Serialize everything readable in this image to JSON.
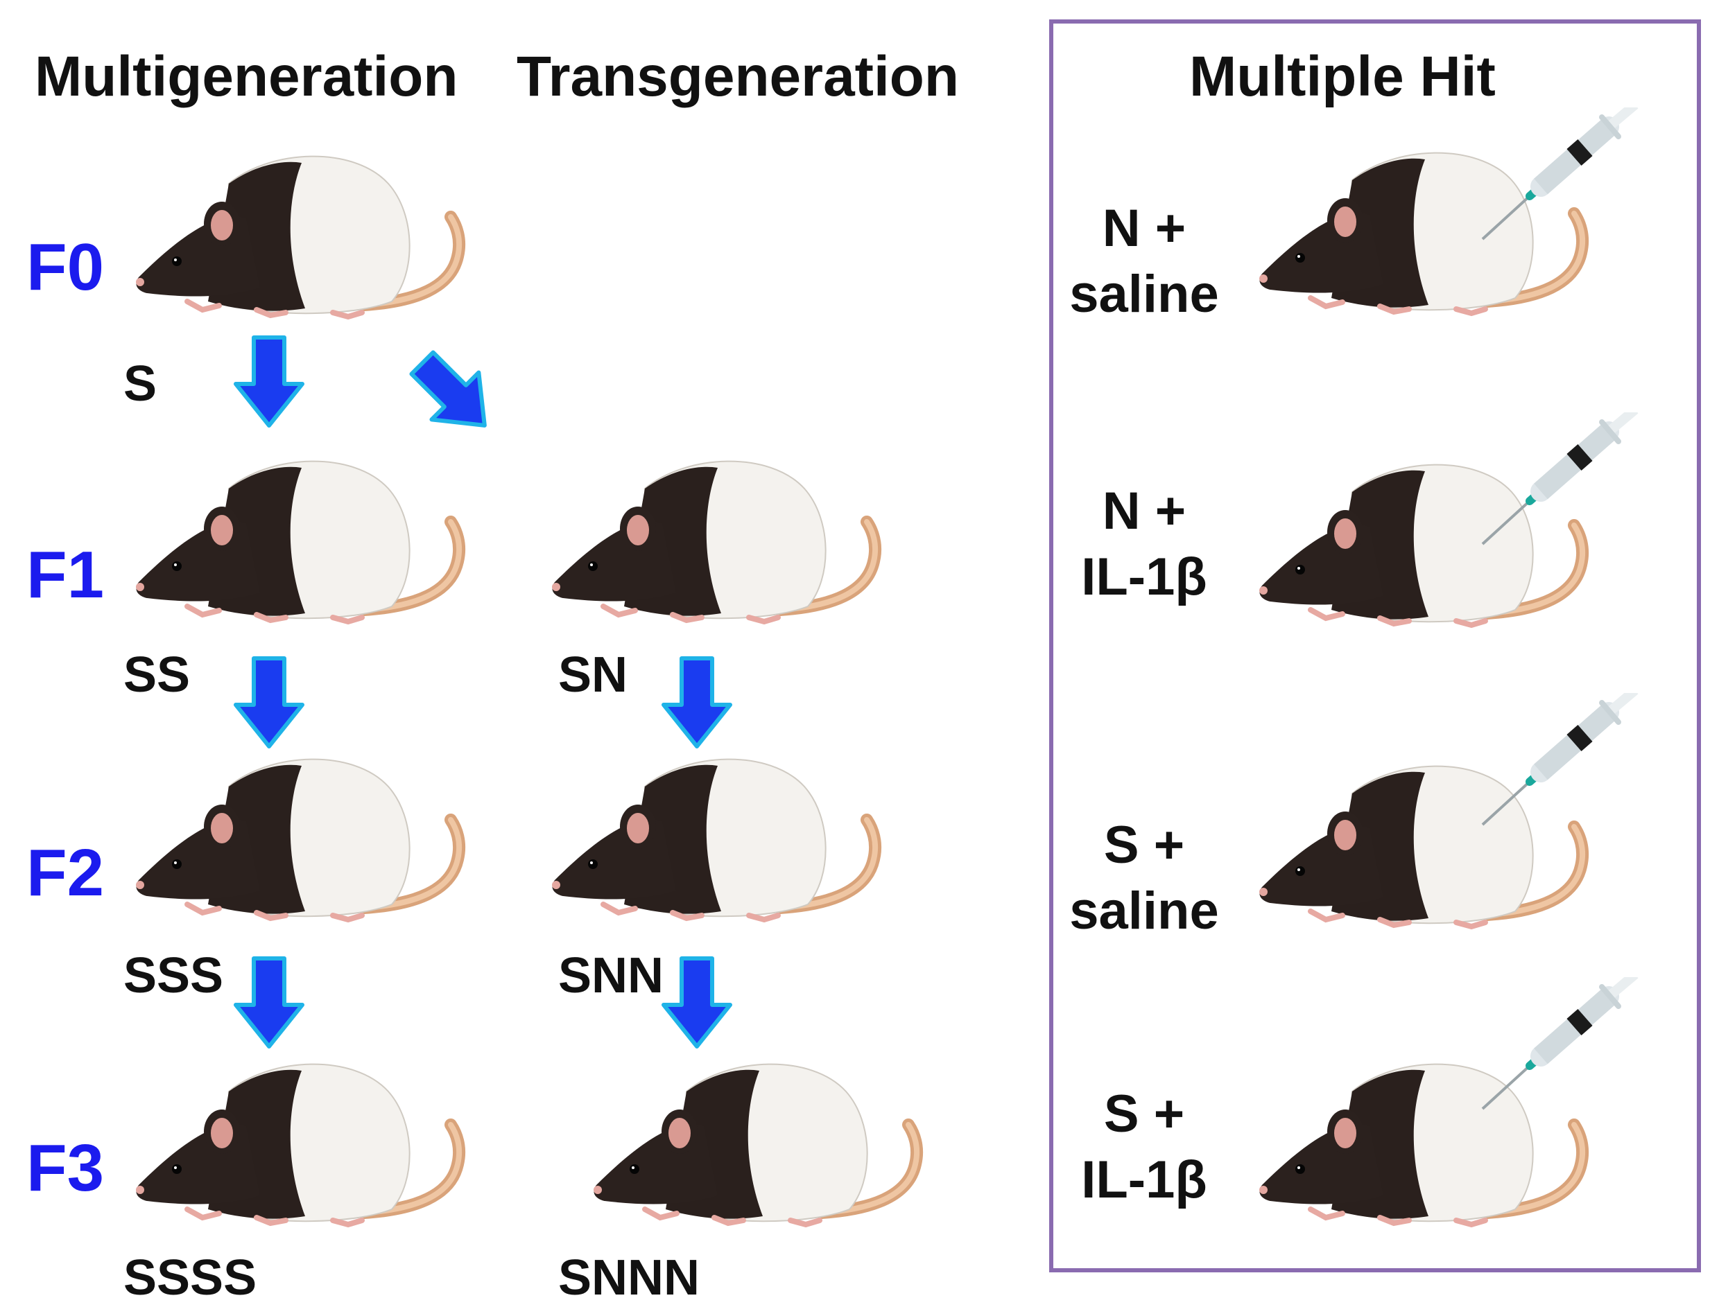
{
  "headings": {
    "multigeneration": "Multigeneration",
    "transgeneration": "Transgeneration",
    "multiple_hit": "Multiple Hit"
  },
  "generations": [
    "F0",
    "F1",
    "F2",
    "F3"
  ],
  "multigeneration_codes": [
    "S",
    "SS",
    "SSS",
    "SSSS"
  ],
  "transgeneration_codes": [
    "SN",
    "SNN",
    "SNNN"
  ],
  "multiple_hit_groups": [
    {
      "line1": "N +",
      "line2": "saline"
    },
    {
      "line1": "N +",
      "line2": "IL-1β"
    },
    {
      "line1": "S +",
      "line2": "saline"
    },
    {
      "line1": "S +",
      "line2": "IL-1β"
    }
  ],
  "colors": {
    "generation_label": "#1b1bee",
    "arrow_fill": "#1a3cf0",
    "arrow_outline": "#1fb3e8",
    "box_border": "#8a6bb0"
  },
  "icons": {
    "rat": "rat-icon",
    "arrow": "arrow-down-icon",
    "syringe": "syringe-icon"
  }
}
